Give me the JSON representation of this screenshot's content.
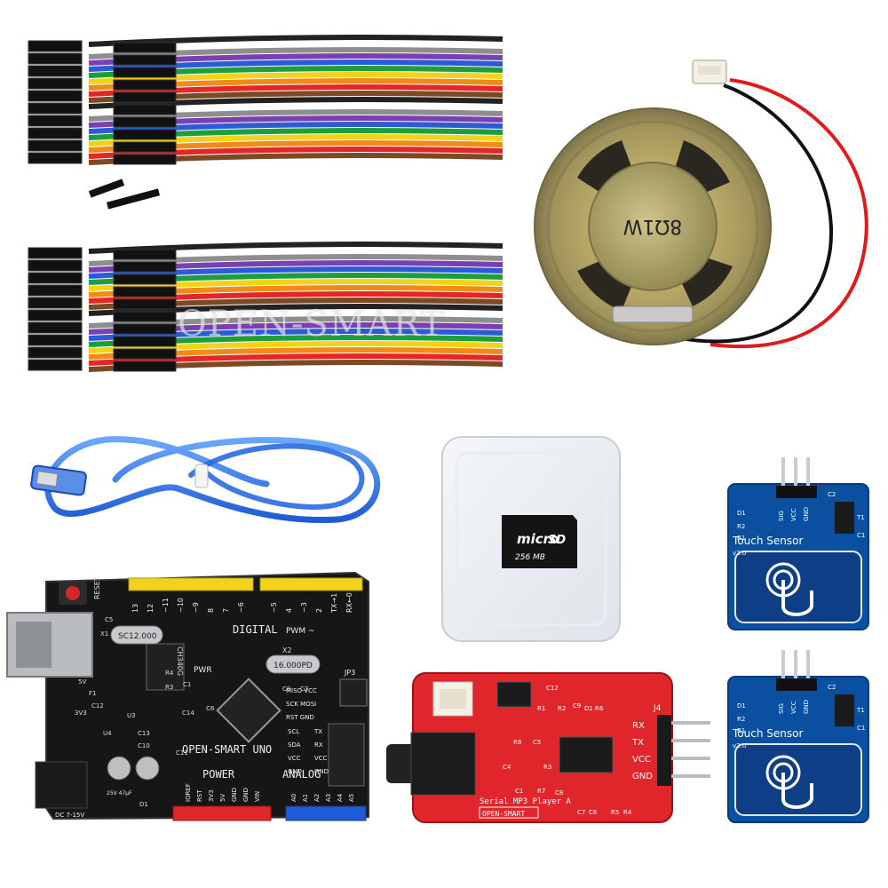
{
  "brand": {
    "watermark": "OPEN-SMART"
  },
  "colors": {
    "pcb_black": "#151515",
    "pcb_red": "#e1262b",
    "pcb_blue": "#0b4fa0",
    "usb_blue": "#1a5fd0",
    "ribbon": [
      "#222222",
      "#ffffff",
      "#8e8e8e",
      "#7a3fb0",
      "#2b5cd6",
      "#1e9e3a",
      "#f2d21b",
      "#f08a1a",
      "#e32626",
      "#7a4a24"
    ]
  },
  "items": {
    "ribbon_cables": {
      "icon": "jumper-wire-bundle"
    },
    "speaker": {
      "marking": "8Ω1W",
      "icon": "speaker"
    },
    "usb_cable": {
      "icon": "usb-cable"
    },
    "sd_card": {
      "brand": "micro",
      "brand_sub": "SD",
      "capacity": "256 MB"
    },
    "uno_board": {
      "name": "OPEN-SMART UNO",
      "reset": "RESET",
      "digital": "DIGITAL",
      "pwm": "PWM ~",
      "power": "POWER",
      "analog": "ANALOG",
      "crystal1": "SC12.000",
      "crystal2": "16.000PD",
      "chip": "CH340G",
      "x2": "X2",
      "pwr_label": "PWR",
      "dc_label": "DC 7-15V",
      "jp3": "JP3",
      "icsp": [
        "MISO VCC",
        "SCK MOSI",
        "RST GND"
      ],
      "i2c": [
        "SCL",
        "SDA",
        "VCC",
        "GND"
      ],
      "uart": [
        "TX",
        "RX",
        "VCC",
        "GND"
      ],
      "digital_pins": [
        "13",
        "12",
        "~11",
        "~10",
        "~9",
        "8",
        "7",
        "~6",
        "~5",
        "4",
        "~3",
        "2",
        "TX→1",
        "RX←0"
      ],
      "power_pins": [
        "IOREF",
        "RST",
        "3V3",
        "5V",
        "GND",
        "GND",
        "VIN"
      ],
      "analog_pins": [
        "A0",
        "A1",
        "A2",
        "A3",
        "A4",
        "A5"
      ],
      "labels": [
        "F1",
        "C12",
        "U3",
        "U4",
        "C13",
        "C10",
        "C14",
        "C6",
        "C8",
        "C7",
        "5V",
        "3V3",
        "D1",
        "C5",
        "X1",
        "R4",
        "R3",
        "C1",
        "C11"
      ],
      "cap_text": "25V 47μF"
    },
    "mp3_board": {
      "name": "Serial MP3 Player A",
      "brand": "OPEN-SMART",
      "j4": "J4",
      "pins": [
        "RX",
        "TX",
        "VCC",
        "GND"
      ],
      "labels": [
        "R1",
        "R2",
        "C9",
        "D1",
        "R6",
        "C12",
        "R8",
        "C5",
        "C4",
        "R3",
        "C1",
        "R7",
        "C7",
        "C6",
        "C8",
        "R5",
        "R4"
      ]
    },
    "touch_sensors": [
      {
        "name": "Touch Sensor",
        "version": "v2.0",
        "pins": [
          "SIG",
          "VCC",
          "GND"
        ],
        "labels": [
          "D1",
          "R2",
          "R1",
          "C2",
          "T1",
          "C1"
        ]
      },
      {
        "name": "Touch Sensor",
        "version": "v2.0",
        "pins": [
          "SIG",
          "VCC",
          "GND"
        ],
        "labels": [
          "D1",
          "R2",
          "R1",
          "C2",
          "T1",
          "C1"
        ]
      }
    ]
  }
}
